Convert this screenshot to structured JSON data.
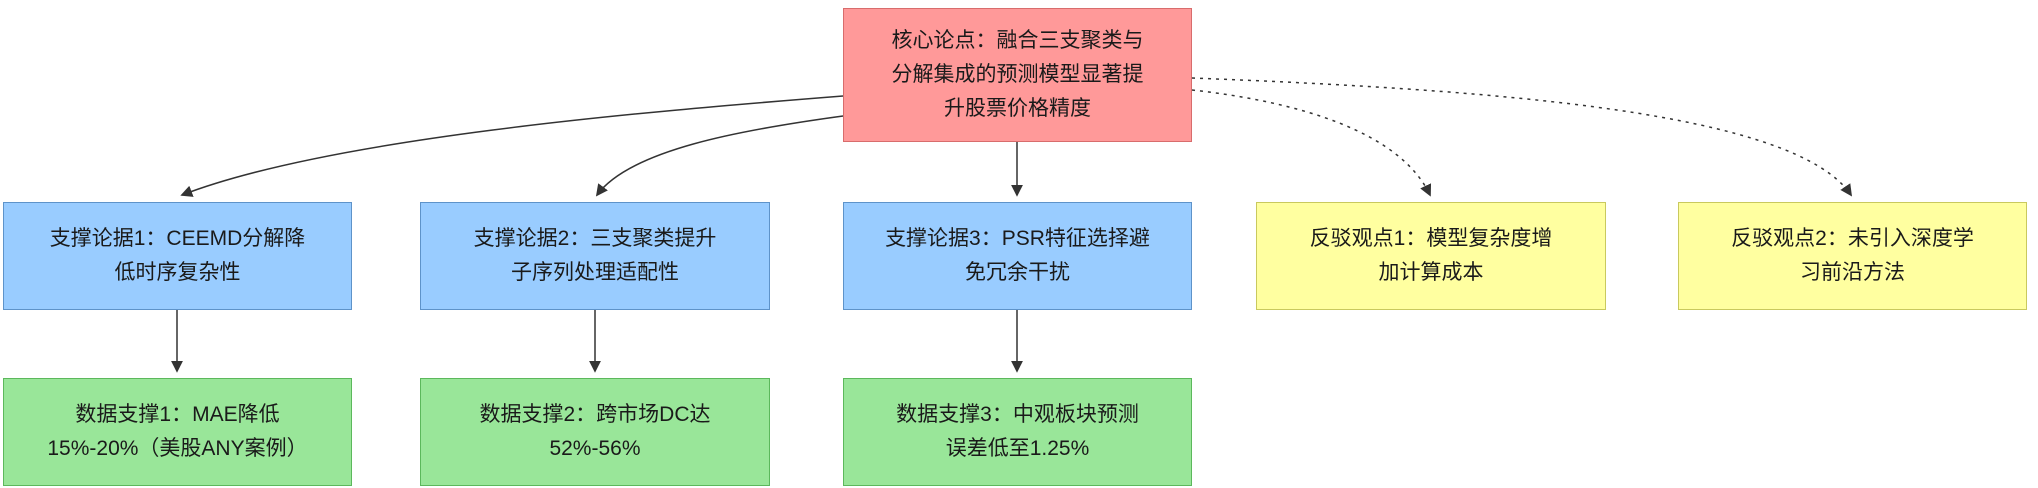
{
  "diagram": {
    "type": "argument-map-flowchart",
    "core": {
      "label": "核心论点：融合三支聚类与\n分解集成的预测模型显著提\n升股票价格精度"
    },
    "supports": [
      {
        "label": "支撑论据1：CEEMD分解降\n低时序复杂性"
      },
      {
        "label": "支撑论据2：三支聚类提升\n子序列处理适配性"
      },
      {
        "label": "支撑论据3：PSR特征选择避\n免冗余干扰"
      }
    ],
    "rebuttals": [
      {
        "label": "反驳观点1：模型复杂度增\n加计算成本"
      },
      {
        "label": "反驳观点2：未引入深度学\n习前沿方法"
      }
    ],
    "data_supports": [
      {
        "label": "数据支撑1：MAE降低\n15%-20%（美股ANY案例）"
      },
      {
        "label": "数据支撑2：跨市场DC达\n52%-56%"
      },
      {
        "label": "数据支撑3：中观板块预测\n误差低至1.25%"
      }
    ],
    "edges": [
      {
        "from": "core",
        "to": "support-1",
        "style": "solid"
      },
      {
        "from": "core",
        "to": "support-2",
        "style": "solid"
      },
      {
        "from": "core",
        "to": "support-3",
        "style": "solid"
      },
      {
        "from": "core",
        "to": "rebuttal-1",
        "style": "dotted"
      },
      {
        "from": "core",
        "to": "rebuttal-2",
        "style": "dotted"
      },
      {
        "from": "support-1",
        "to": "data-support-1",
        "style": "solid"
      },
      {
        "from": "support-2",
        "to": "data-support-2",
        "style": "solid"
      },
      {
        "from": "support-3",
        "to": "data-support-3",
        "style": "solid"
      }
    ]
  },
  "colors": {
    "core": {
      "fill": "#ff9999",
      "stroke": "#d86c6c"
    },
    "support": {
      "fill": "#99ccff",
      "stroke": "#5e93c9"
    },
    "rebuttal": {
      "fill": "#ffffa0",
      "stroke": "#c9c95e"
    },
    "data": {
      "fill": "#99e699",
      "stroke": "#5cb85c"
    },
    "connector": "#333333"
  }
}
